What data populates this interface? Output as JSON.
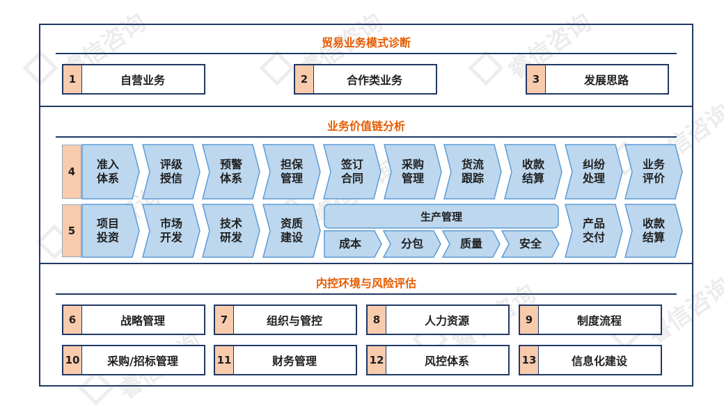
{
  "sections": {
    "s1_title": "贸易业务模式诊断",
    "s2_title": "业务价值链分析",
    "s3_title": "内控环境与风险评估"
  },
  "top_boxes": [
    {
      "num": "1",
      "label": "自营业务"
    },
    {
      "num": "2",
      "label": "合作类业务"
    },
    {
      "num": "3",
      "label": "发展思路"
    }
  ],
  "row4": {
    "num": "4",
    "items": [
      "准入\n体系",
      "评级\n授信",
      "预警\n体系",
      "担保\n管理",
      "签订\n合同",
      "采购\n管理",
      "货流\n跟踪",
      "收款\n结算",
      "纠纷\n处理",
      "业务\n评价"
    ]
  },
  "row5": {
    "num": "5",
    "items": [
      "项目\n投资",
      "市场\n开发",
      "技术\n研发",
      "资质\n建设"
    ],
    "production": {
      "label": "生产管理",
      "sub": [
        "成本",
        "分包",
        "质量",
        "安全"
      ]
    },
    "tail": [
      "产品\n交付",
      "收款\n结算"
    ]
  },
  "bottom_boxes": [
    {
      "num": "6",
      "label": "战略管理"
    },
    {
      "num": "7",
      "label": "组织与管控"
    },
    {
      "num": "8",
      "label": "人力资源"
    },
    {
      "num": "9",
      "label": "制度流程"
    },
    {
      "num": "10",
      "label": "采购/招标管理"
    },
    {
      "num": "11",
      "label": "财务管理"
    },
    {
      "num": "12",
      "label": "风控体系"
    },
    {
      "num": "13",
      "label": "信息化建设"
    }
  ],
  "watermark": "睿信咨询",
  "colors": {
    "frame": "#1f3864",
    "title": "#e65c00",
    "chevron_fill": "#bdd7ee",
    "chevron_stroke": "#5b9bd5",
    "number_fill": "#f8cbad"
  }
}
